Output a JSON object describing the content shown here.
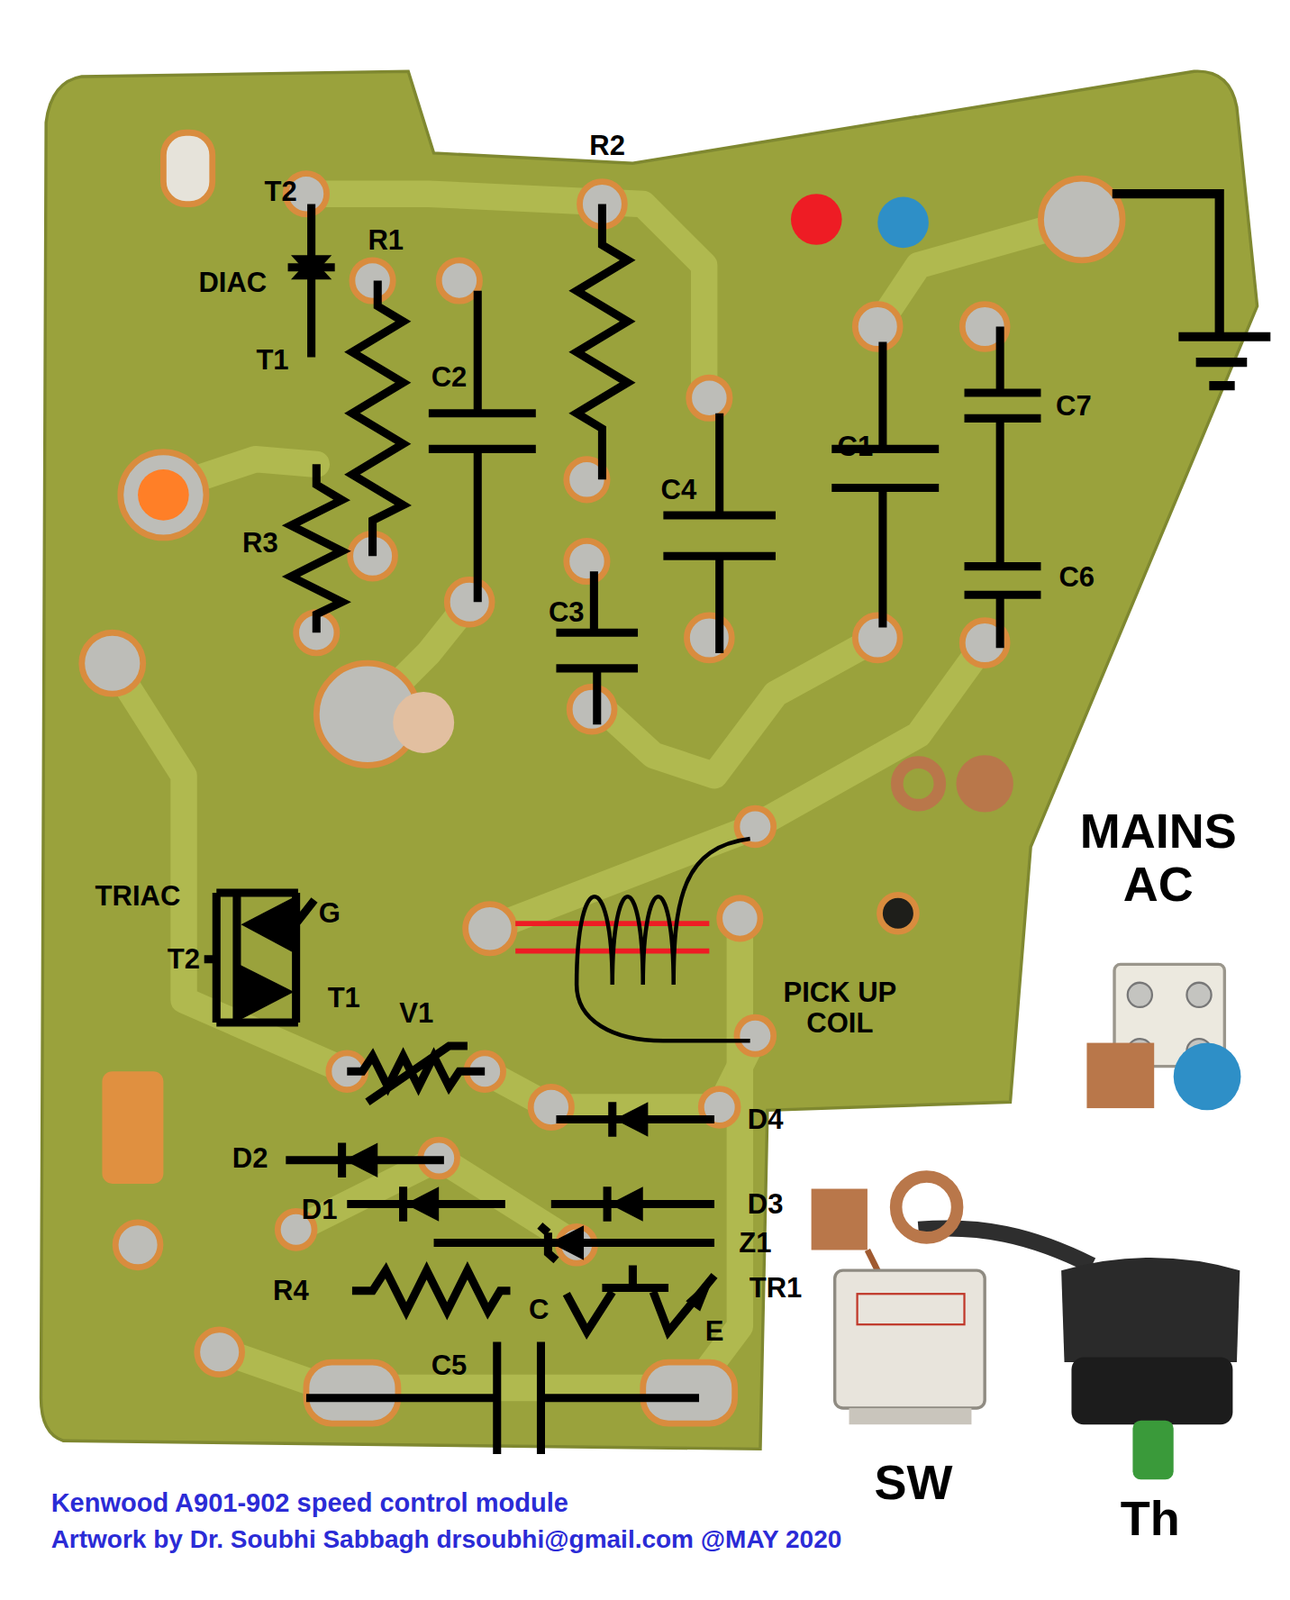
{
  "diagram": {
    "title": "Kenwood A901-902 speed control module",
    "caption": "Artwork by Dr. Soubhi Sabbagh drsoubhi@gmail.com @MAY 2020",
    "labels": [
      "T2",
      "DIAC",
      "R1",
      "T1",
      "R2",
      "C2",
      "C7",
      "C1",
      "C4",
      "R3",
      "C6",
      "C3",
      "MAINS AC",
      "TRIAC",
      "G",
      "T2",
      "T1",
      "PICK UP COIL",
      "V1",
      "D4",
      "D2",
      "D1",
      "D3",
      "Z1",
      "R4",
      "TR1",
      "C",
      "E",
      "C5",
      "SW",
      "Th"
    ]
  }
}
